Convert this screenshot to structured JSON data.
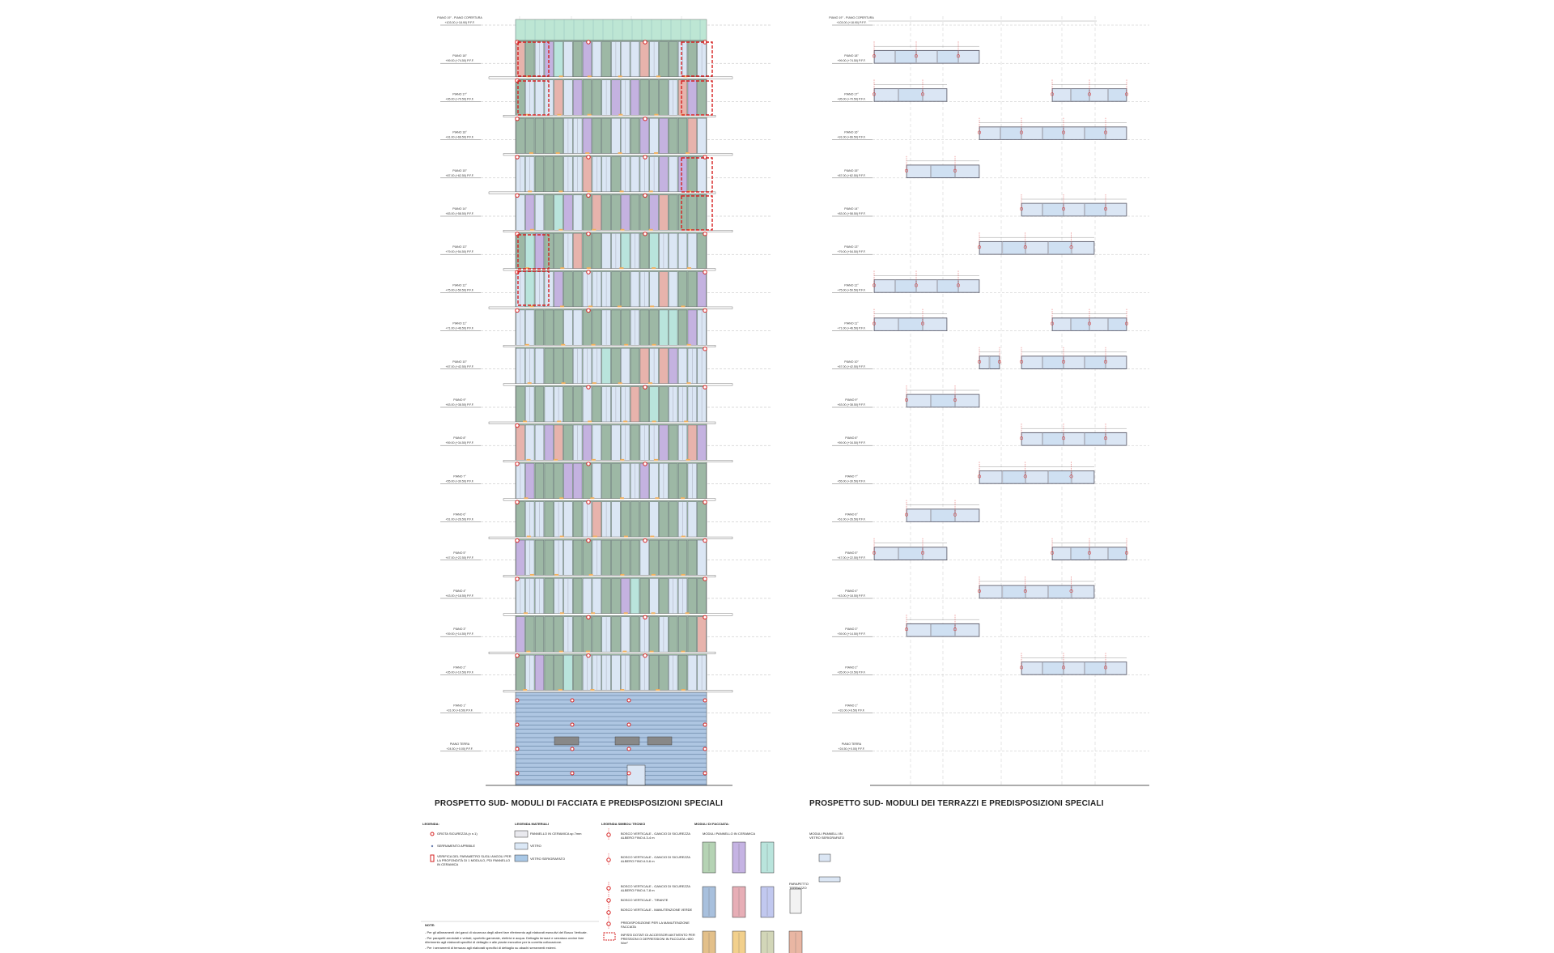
{
  "left_titles": [
    "PROSPETTO SUD- MODULI DI FACCIATA E PREDISPOSIZIONI SPECIALI"
  ],
  "right_titles": [
    "PROSPETTO SUD- MODULI DEI TERRAZZI E PREDISPOSIZIONI SPECIALI"
  ],
  "floors": [
    {
      "name": "PIANO 19° - PIANO COPERTURA",
      "level": "+103.00 (+18.90) P.F.F."
    },
    {
      "name": "PIANO 18°",
      "level": "+99.00 (+74.50) P.F.F."
    },
    {
      "name": "PIANO 17°",
      "level": "+95.00 (+70.50) P.F.F."
    },
    {
      "name": "PIANO 16°",
      "level": "+91.00 (+66.50) P.F.F."
    },
    {
      "name": "PIANO 15°",
      "level": "+87.00 (+62.50) P.F.F."
    },
    {
      "name": "PIANO 14°",
      "level": "+83.00 (+58.50) P.F.F."
    },
    {
      "name": "PIANO 13°",
      "level": "+79.00 (+54.50) P.F.F."
    },
    {
      "name": "PIANO 12°",
      "level": "+75.00 (+50.50) P.F.F."
    },
    {
      "name": "PIANO 11°",
      "level": "+71.00 (+46.50) P.F.F."
    },
    {
      "name": "PIANO 10°",
      "level": "+67.00 (+42.50) P.F.F."
    },
    {
      "name": "PIANO 9°",
      "level": "+63.00 (+38.50) P.F.F."
    },
    {
      "name": "PIANO 8°",
      "level": "+59.00 (+34.50) P.F.F."
    },
    {
      "name": "PIANO 7°",
      "level": "+55.00 (+30.50) P.F.F."
    },
    {
      "name": "PIANO 6°",
      "level": "+51.00 (+26.50) P.F.F."
    },
    {
      "name": "PIANO 5°",
      "level": "+47.00 (+22.50) P.F.F."
    },
    {
      "name": "PIANO 4°",
      "level": "+43.00 (+18.50) P.F.F."
    },
    {
      "name": "PIANO 3°",
      "level": "+39.00 (+14.50) P.F.F."
    },
    {
      "name": "PIANO 2°",
      "level": "+35.00 (+10.50) P.F.F."
    },
    {
      "name": "PIANO 1°",
      "level": "+31.00 (+6.50) P.F.F."
    },
    {
      "name": "PIANO TERRA",
      "level": "+24.50 (+0.00) P.F.F."
    }
  ],
  "legend": {
    "title": "LEGENDA:",
    "items": [
      "GROTA SICUREZZA (x n.1)",
      "SERRAMENTO APRIBILE",
      "VERIFICA DEL PARAMETRO SUGLI ANGOLI PER LA PROFONDITÀ DI 1 MODULO, PDI PANNELLO IN CERAMICA"
    ]
  },
  "legend_materials": {
    "title": "LEGENDA MATERIALI",
    "items": [
      {
        "label": "PANNELLO IN CERAMICA sp.7mm",
        "color": "#e9e9ee"
      },
      {
        "label": "VETRO",
        "color": "#dbe8f6"
      },
      {
        "label": "VETRO SERIGRAFATO",
        "color": "#a9c8e6"
      }
    ]
  },
  "legend_symbols": {
    "title": "LEGENDA SIMBOLI TECNICI",
    "items": [
      "BOSCO VERTICALE - GANCIO DI SICUREZZA ALBERO FINO A 3-4 m",
      "BOSCO VERTICALE - GANCIO DI SICUREZZA ALBERO FINO A 5-6 m",
      "BOSCO VERTICALE - GANCIO DI SICUREZZA ALBERO FINO A 7-8 m",
      "BOSCO VERTICALE - TIRANTE",
      "BOSCO VERTICALE - MANUTENZIONE VERDE",
      "PREDISPOSIZIONE PER LA MANUTENZIONE FACCIATA",
      "INFISSI DOTATI DI ACCESSORI ANTIVENTO PER PRESSIONI O DEPRESSIONI IN FACCIATA >800 N/m²"
    ]
  },
  "modules": {
    "title": "MODULI DI FACCIATA:",
    "ceramic_label": "MODULI PANNELLO IN CERAMICA",
    "parapet_label": "PARAPETTO TERRAZZO",
    "glass_label": "MODULI PANNELLI IN VETRO SERIGRAFATO",
    "colors": [
      "#b5d3b4",
      "#c5b3e3",
      "#b9e4dc",
      "#a8c0dd",
      "#e7aeb6",
      "#c1c8ef",
      "#e3c08a",
      "#f2d08c",
      "#d2d6b8",
      "#e9b6a3"
    ]
  },
  "notes": {
    "title": "NOTE:",
    "lines": [
      "- Per gli allineamenti dei ganci di sicurezza degli alberi fare riferimento agli elaborati esecutivi del Bosco Verticale.",
      "- Per parapetti arrotolati e vetrati, sportello garnerale, elettrici e acqua. Dettaglio terrazzi e serratura ovvine fare riferimento agli elaborati specifici di dettaglio e alle piante esecutive per la corretta collocazione.",
      "- Per i serramenti di terrazza agli elaborati specifici di dettaglio su abachi serramenti esterni."
    ]
  },
  "colors": {
    "facade_green": "#9db8a5",
    "glass": "#dbe6f4",
    "purple": "#c4b2e0",
    "pink": "#e7b3ac",
    "accent_red": "#d62020",
    "slab": "#ffffff",
    "base_blue": "#aec6e2"
  }
}
